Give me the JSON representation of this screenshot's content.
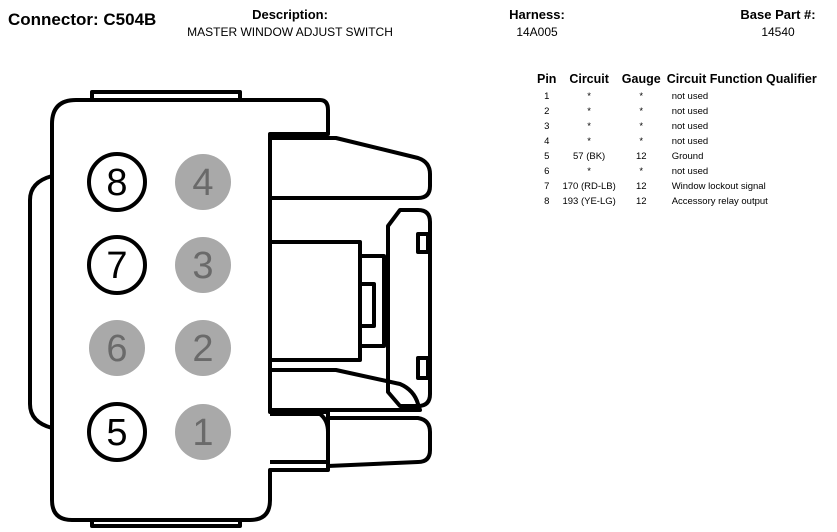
{
  "connector": {
    "title": "Connector: C504B"
  },
  "description": {
    "label": "Description:",
    "value": "MASTER WINDOW ADJUST SWITCH"
  },
  "harness": {
    "label": "Harness:",
    "value": "14A005"
  },
  "base_part": {
    "label": "Base Part #:",
    "value": "14540"
  },
  "table": {
    "headers": {
      "pin": "Pin",
      "circuit": "Circuit",
      "gauge": "Gauge",
      "function": "Circuit Function Qualifier"
    },
    "rows": [
      {
        "pin": "1",
        "circuit": "*",
        "gauge": "*",
        "function": "not used"
      },
      {
        "pin": "2",
        "circuit": "*",
        "gauge": "*",
        "function": "not used"
      },
      {
        "pin": "3",
        "circuit": "*",
        "gauge": "*",
        "function": "not used"
      },
      {
        "pin": "4",
        "circuit": "*",
        "gauge": "*",
        "function": "not used"
      },
      {
        "pin": "5",
        "circuit": "57 (BK)",
        "gauge": "12",
        "function": "Ground"
      },
      {
        "pin": "6",
        "circuit": "*",
        "gauge": "*",
        "function": "not used"
      },
      {
        "pin": "7",
        "circuit": "170 (RD-LB)",
        "gauge": "12",
        "function": "Window lockout signal"
      },
      {
        "pin": "8",
        "circuit": "193 (YE-LG)",
        "gauge": "12",
        "function": "Accessory relay output"
      }
    ]
  },
  "pins": {
    "p8": {
      "label": "8",
      "state": "used"
    },
    "p4": {
      "label": "4",
      "state": "unused"
    },
    "p7": {
      "label": "7",
      "state": "used"
    },
    "p3": {
      "label": "3",
      "state": "unused"
    },
    "p6": {
      "label": "6",
      "state": "unused"
    },
    "p2": {
      "label": "2",
      "state": "unused"
    },
    "p5": {
      "label": "5",
      "state": "used"
    },
    "p1": {
      "label": "1",
      "state": "unused"
    }
  },
  "colors": {
    "unused_fill": "#a9a9a9",
    "unused_text": "#6a6a6a",
    "used_fill": "#ffffff",
    "outline": "#000000"
  }
}
